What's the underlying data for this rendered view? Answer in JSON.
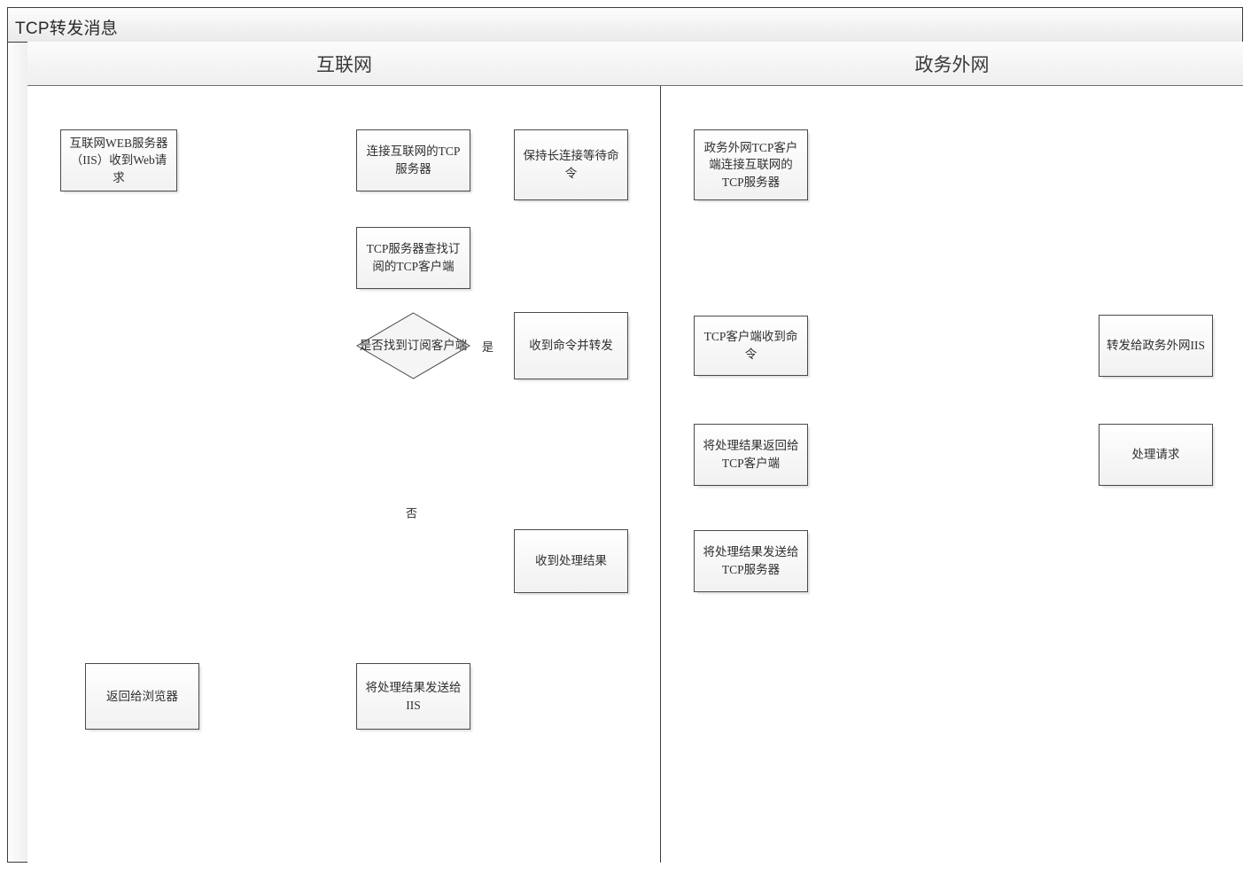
{
  "diagram": {
    "title": "TCP转发消息",
    "type": "flowchart",
    "lanes": [
      {
        "id": "internet",
        "label": "互联网"
      },
      {
        "id": "gov_extranet",
        "label": "政务外网"
      }
    ],
    "nodes": [
      {
        "id": "n1",
        "lane": "internet",
        "shape": "process",
        "label": "互联网WEB服务器（IIS）收到Web请求"
      },
      {
        "id": "n2",
        "lane": "internet",
        "shape": "process",
        "label": "连接互联网的TCP服务器"
      },
      {
        "id": "n3",
        "lane": "internet",
        "shape": "process",
        "label": "TCP服务器查找订阅的TCP客户端"
      },
      {
        "id": "n4",
        "lane": "internet",
        "shape": "decision",
        "label": "是否找到订阅客户端"
      },
      {
        "id": "n5",
        "lane": "internet",
        "shape": "process",
        "label": "保持长连接等待命令"
      },
      {
        "id": "n6",
        "lane": "internet",
        "shape": "process",
        "label": "收到命令并转发"
      },
      {
        "id": "n7",
        "lane": "gov_extranet",
        "shape": "process",
        "label": "政务外网TCP客户端连接互联网的TCP服务器"
      },
      {
        "id": "n8",
        "lane": "gov_extranet",
        "shape": "process",
        "label": "TCP客户端收到命令"
      },
      {
        "id": "n9",
        "lane": "gov_extranet",
        "shape": "process",
        "label": "转发给政务外网IIS"
      },
      {
        "id": "n10",
        "lane": "gov_extranet",
        "shape": "process",
        "label": "处理请求"
      },
      {
        "id": "n11",
        "lane": "gov_extranet",
        "shape": "process",
        "label": "将处理结果返回给TCP客户端"
      },
      {
        "id": "n12",
        "lane": "gov_extranet",
        "shape": "process",
        "label": "将处理结果发送给TCP服务器"
      },
      {
        "id": "n13",
        "lane": "internet",
        "shape": "process",
        "label": "收到处理结果"
      },
      {
        "id": "n14",
        "lane": "internet",
        "shape": "process",
        "label": "将处理结果发送给IIS"
      },
      {
        "id": "n15",
        "lane": "internet",
        "shape": "process",
        "label": "返回给浏览器"
      }
    ],
    "edges": [
      {
        "from": "n1",
        "to": "n2",
        "label": ""
      },
      {
        "from": "n2",
        "to": "n3",
        "label": ""
      },
      {
        "from": "n3",
        "to": "n4",
        "label": ""
      },
      {
        "from": "n4",
        "to": "n6",
        "label": "是"
      },
      {
        "from": "n4",
        "to": "n14",
        "label": "否"
      },
      {
        "from": "n7",
        "to": "n5",
        "label": ""
      },
      {
        "from": "n5",
        "to": "n6",
        "label": ""
      },
      {
        "from": "n6",
        "to": "n8",
        "label": ""
      },
      {
        "from": "n8",
        "to": "n9",
        "label": ""
      },
      {
        "from": "n9",
        "to": "n10",
        "label": ""
      },
      {
        "from": "n10",
        "to": "n11",
        "label": ""
      },
      {
        "from": "n11",
        "to": "n12",
        "label": ""
      },
      {
        "from": "n12",
        "to": "n13",
        "label": ""
      },
      {
        "from": "n13",
        "to": "n14",
        "label": ""
      },
      {
        "from": "n14",
        "to": "n15",
        "label": ""
      }
    ],
    "edge_labels": {
      "yes": "是",
      "no": "否"
    },
    "colors": {
      "frame_border": "#3b3b3b",
      "node_border": "#4a4a4a",
      "node_fill": "#f5f5f5",
      "connector": "#4a4a4a",
      "text": "#2f2f2f",
      "header_fill": "#f1f1f1"
    }
  }
}
